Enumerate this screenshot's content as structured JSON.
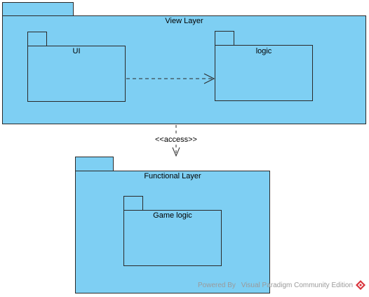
{
  "diagram": {
    "packages": {
      "view_layer": {
        "name": "View Layer"
      },
      "ui": {
        "name": "UI"
      },
      "logic": {
        "name": "logic"
      },
      "functional_layer": {
        "name": "Functional  Layer"
      },
      "game_logic": {
        "name": "Game logic"
      }
    },
    "dependencies": {
      "ui_to_logic": {
        "from": "UI",
        "to": "logic",
        "label": ""
      },
      "view_to_functional": {
        "from": "View Layer",
        "to": "Functional  Layer",
        "label": "<<access>>"
      }
    }
  },
  "watermark": {
    "prefix": "Powered By",
    "brand": "Visual Paradigm Community Edition",
    "icon": "visual-paradigm-logo-icon"
  },
  "colors": {
    "package_fill": "#7ecff3",
    "stroke": "#2a2a2a",
    "watermark_text": "#9a9a9a",
    "logo_red": "#d9323b"
  }
}
